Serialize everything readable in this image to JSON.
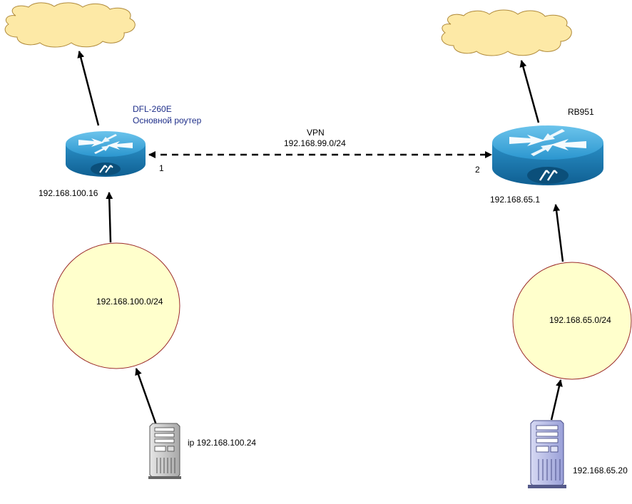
{
  "labels": {
    "left_router_name": "DFL-260E",
    "left_router_desc": "Основной роутер",
    "right_router_name": "RB951",
    "vpn_title": "VPN",
    "vpn_subnet": "192.168.99.0/24",
    "left_router_ip": "192.168.100.16",
    "right_router_ip": "192.168.65.1",
    "left_subnet": "192.168.100.0/24",
    "right_subnet": "192.168.65.0/24",
    "left_server_ip": "ip 192.168.100.24",
    "right_server_ip": "192.168.65.20",
    "vpn_end_left": "1",
    "vpn_end_right": "2"
  },
  "colors": {
    "cloud_fill": "#fde9a6",
    "cloud_stroke": "#b08a3a",
    "subnet_fill": "#ffffcc",
    "subnet_stroke": "#9b2a2a",
    "router_body": "#1f7fb8",
    "router_top": "#3aa8dc",
    "label_blue": "#1f2f8a",
    "server_left": "#c8c8c8",
    "server_right": "#b8bde6"
  },
  "icons": {
    "cloud": "cloud-icon",
    "router": "router-icon",
    "server": "server-icon"
  }
}
